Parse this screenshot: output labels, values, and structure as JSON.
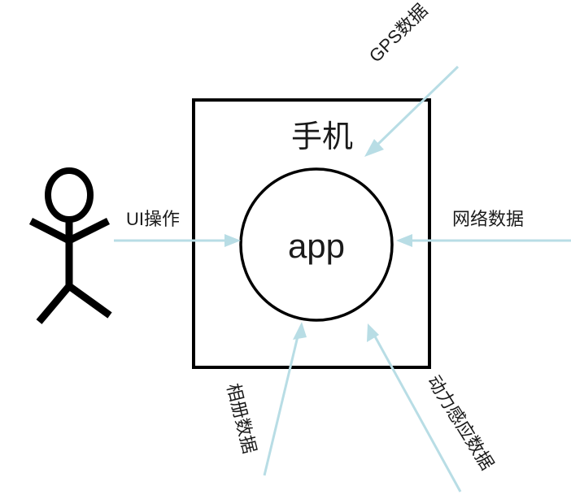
{
  "diagram": {
    "title_text": "",
    "colors": {
      "arrow": "#b8dde5",
      "stroke": "#000000",
      "text": "#1a1a1a",
      "background": "#ffffff"
    },
    "actor": {
      "name": "stick-figure-user"
    },
    "container": {
      "label": "手机",
      "shape": "rectangle"
    },
    "node": {
      "label": "app",
      "shape": "circle"
    },
    "flows": [
      {
        "id": "ui-operation",
        "label": "UI操作",
        "direction": "right",
        "from": "user",
        "to": "app",
        "rotation_deg": 0
      },
      {
        "id": "gps-data",
        "label": "GPS数据",
        "direction": "down-left",
        "from": "outside-top-right",
        "to": "phone",
        "rotation_deg": -45
      },
      {
        "id": "network-data",
        "label": "网络数据",
        "direction": "left",
        "from": "outside-right",
        "to": "app",
        "rotation_deg": 0
      },
      {
        "id": "photo-album-data",
        "label": "相册数据",
        "direction": "up-right",
        "from": "outside-bottom-left",
        "to": "app",
        "rotation_deg": 76
      },
      {
        "id": "motion-sensor-data",
        "label": "动力感应数据",
        "direction": "up-left",
        "from": "outside-bottom-right",
        "to": "app",
        "rotation_deg": 58
      }
    ]
  }
}
